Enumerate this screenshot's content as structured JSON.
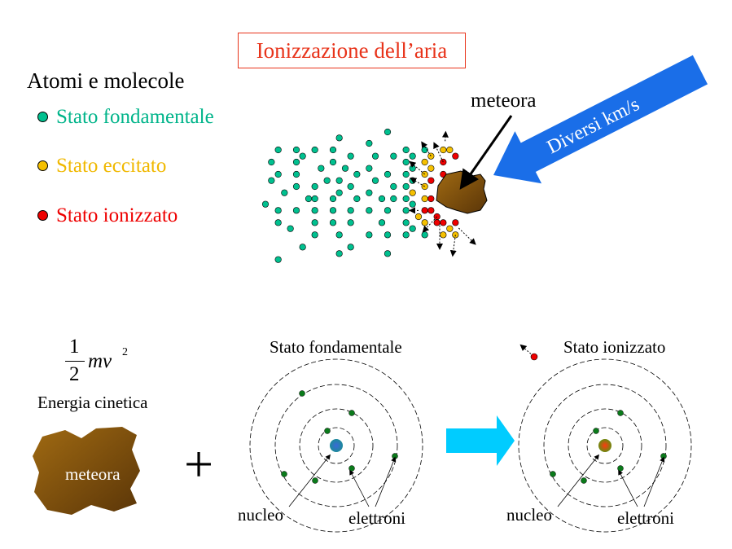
{
  "title": "Ionizzazione dell’aria",
  "heading": "Atomi e molecole",
  "legend": [
    {
      "label": "Stato fondamentale",
      "color": "#00c08f"
    },
    {
      "label": "Stato eccitato",
      "color": "#f5c000"
    },
    {
      "label": "Stato ionizzato",
      "color": "#ee0000"
    }
  ],
  "meteor_label_top": "meteora",
  "speed_label": "Diversi km/s",
  "formula": {
    "numerator": "1",
    "denominator": "2",
    "expr": "mv",
    "exponent": "2"
  },
  "energy_label": "Energia cinetica",
  "meteor_label_bottom": "meteora",
  "plus": "+",
  "atom_ground": {
    "title": "Stato fondamentale",
    "nucleus_label": "nucleo",
    "electrons_label": "elettroni"
  },
  "atom_ionized": {
    "title": "Stato ionizzato",
    "nucleus_label": "nucleo",
    "electrons_label": "elettroni"
  },
  "colors": {
    "arrow_blue": "#1a6ee8",
    "arrow_cyan": "#00ccff",
    "meteor": "#8b5a10",
    "electron": "#0a7a1a"
  }
}
